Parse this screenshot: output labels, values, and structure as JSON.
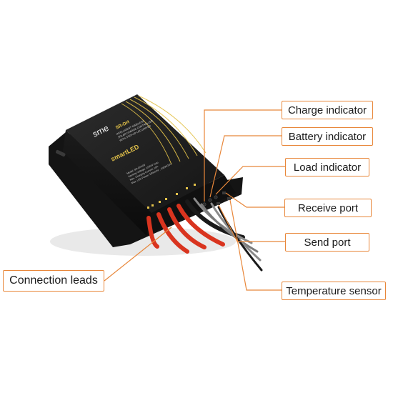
{
  "device": {
    "brand": "srne",
    "model_title": "SR-DH",
    "subtitle_lines": [
      "INTELLIGENT WIRELESS",
      "SOLAR CHARGE CONTROLLER",
      "WITH STEP-UP LED DRIVER"
    ],
    "logo_text": "smartLED",
    "spec_lines": [
      "Model:              SR-DH100",
      "Working Voltage:  12/24V Auto",
      "Max. Charging Current:  10A",
      "Max. LED Power:  50W/12V , 100W/24V"
    ]
  },
  "callouts": {
    "charge": "Charge indicator",
    "battery": "Battery indicator",
    "load": "Load indicator",
    "receive": "Receive port",
    "send": "Send port",
    "temperature": "Temperature sensor",
    "leads": "Connection leads"
  },
  "colors": {
    "accent": "#e8873a",
    "housing": "#161616",
    "housing_top": "#222222",
    "label_gold": "#e3c24a",
    "wire_red": "#d9341f",
    "wire_black": "#1a1a1a",
    "wire_gray": "#8a8a8a"
  }
}
